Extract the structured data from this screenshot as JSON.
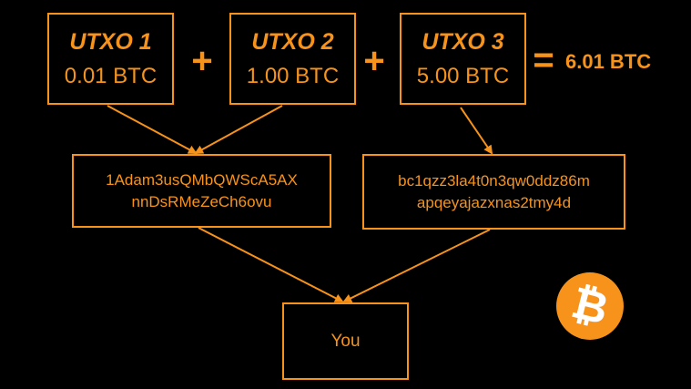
{
  "utxos": [
    {
      "title": "UTXO 1",
      "amount": "0.01 BTC"
    },
    {
      "title": "UTXO 2",
      "amount": "1.00 BTC"
    },
    {
      "title": "UTXO 3",
      "amount": "5.00 BTC"
    }
  ],
  "operators": {
    "plus": "+",
    "equals": "="
  },
  "total": "6.01 BTC",
  "addresses": [
    {
      "line1": "1Adam3usQMbQWScA5AX",
      "line2": "nnDsRMeZeCh6ovu"
    },
    {
      "line1": "bc1qzz3la4t0n3qw0ddz86m",
      "line2": "apqeyajazxnas2tmy4d"
    }
  ],
  "recipient": "You",
  "logo": {
    "icon": "bitcoin-logo-icon",
    "glyph": "₿"
  },
  "colors": {
    "accent": "#f7931a",
    "background": "#000000",
    "logo_text": "#ffffff"
  }
}
